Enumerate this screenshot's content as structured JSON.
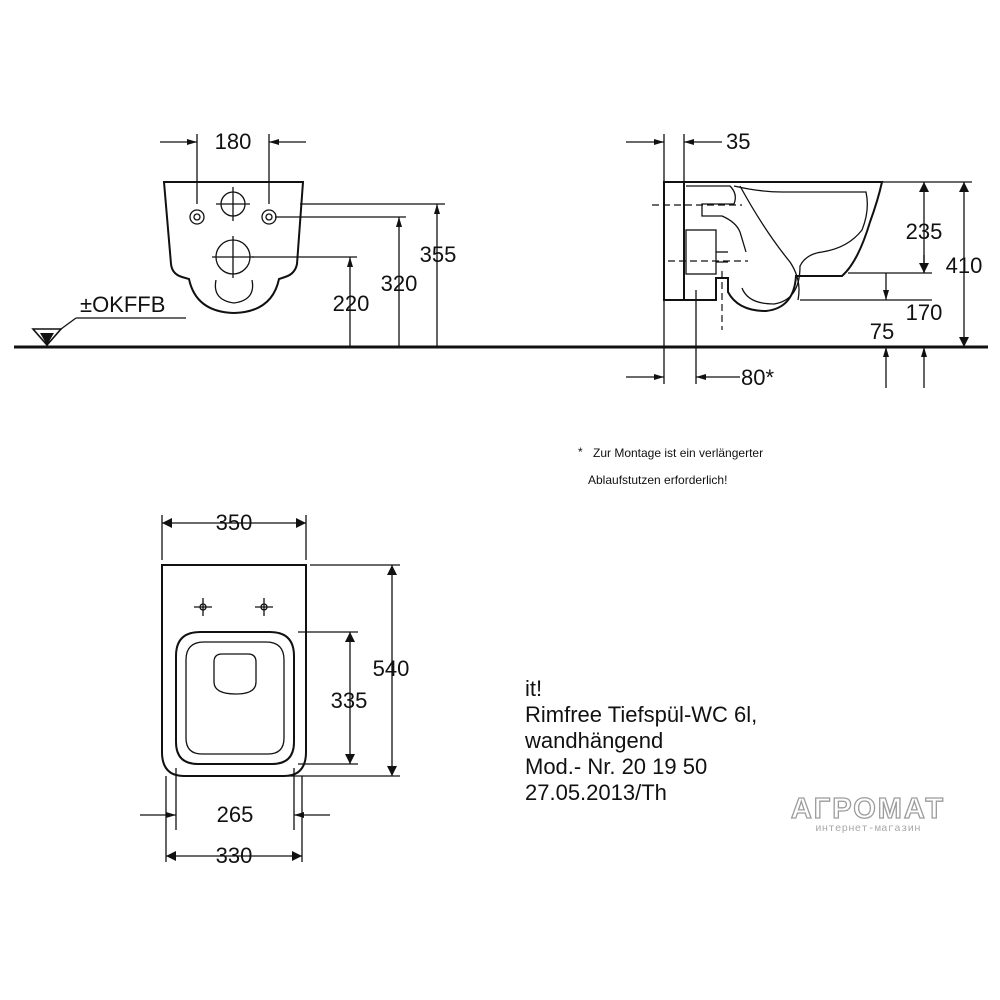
{
  "front_view": {
    "width_between_fixings": "180",
    "height_top": "355",
    "height_fixings": "320",
    "height_outlet": "220",
    "floor_label": "±OKFFB"
  },
  "side_view": {
    "wall_offset": "35",
    "height_rim_section": "235",
    "height_total": "410",
    "height_rim": "170",
    "height_outlet": "75",
    "outlet_offset": "80*"
  },
  "footnote": {
    "asterisk": "*",
    "line1": "Zur Montage ist ein verlängerter",
    "line2": "Ablaufstutzen erforderlich!"
  },
  "top_view": {
    "width_total": "350",
    "depth_total": "540",
    "depth_bowl": "335",
    "width_inner": "265",
    "width_base": "330"
  },
  "product": {
    "series": "it!",
    "name": "Rimfree Tiefspül-WC 6l,",
    "mount": "wandhängend",
    "model": "Mod.- Nr. 20 19 50",
    "date": "27.05.2013/Th"
  },
  "watermark": {
    "brand": "АГРОМАТ",
    "tagline": "интернет-магазин"
  }
}
